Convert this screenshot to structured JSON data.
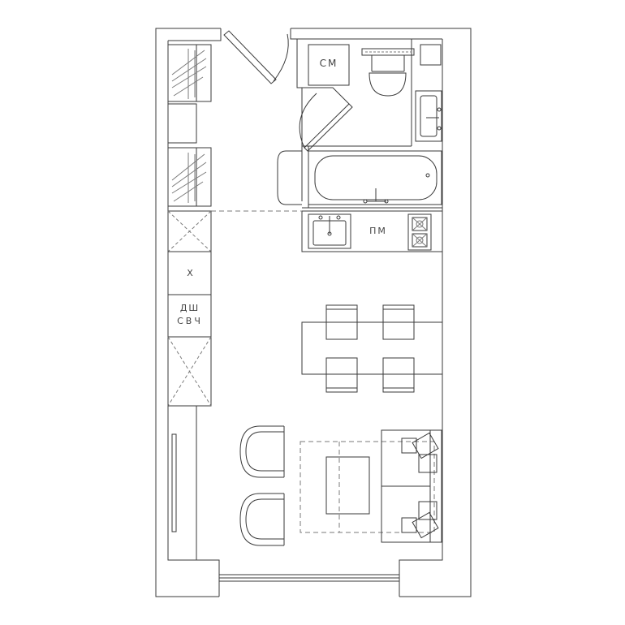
{
  "labels": {
    "washer": "СМ",
    "dishwasher_small": "ПМ",
    "fridge": "Х",
    "oven": "ДШ",
    "microwave": "СВЧ"
  },
  "colors": {
    "line": "#3a3a3a",
    "hatch": "#7a7a7a",
    "background": "#ffffff"
  }
}
